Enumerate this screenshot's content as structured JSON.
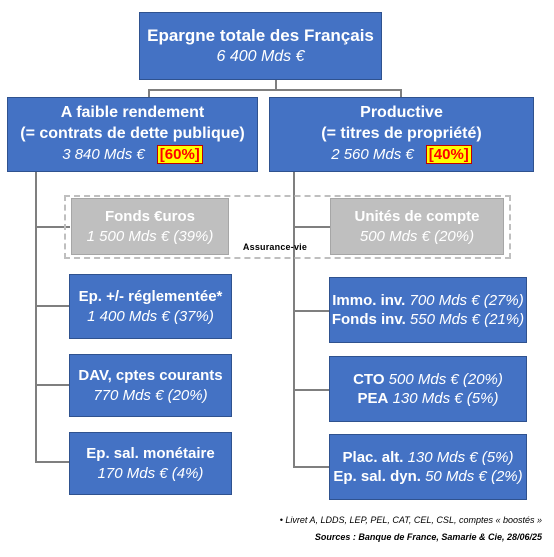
{
  "top": {
    "title": "Epargne totale des Français",
    "value": "6 400 Mds €"
  },
  "left": {
    "title_1": "A faible rendement",
    "title_2": "(= contrats de dette publique)",
    "value": "3 840 Mds €",
    "share": "[60%]"
  },
  "right": {
    "title_1": "Productive",
    "title_2": "(= titres de propriété)",
    "value": "2 560 Mds €",
    "share": "[40%]"
  },
  "assurance_vie_label": "Assurance-vie",
  "left_items": [
    {
      "label": "Fonds €uros",
      "value": "1 500 Mds € (39%)"
    },
    {
      "label": "Ep. +/- réglementée*",
      "value": "1 400 Mds € (37%)"
    },
    {
      "label": "DAV, cptes courants",
      "value": "770 Mds € (20%)"
    },
    {
      "label": "Ep. sal. monétaire",
      "value": "170 Mds € (4%)"
    }
  ],
  "right_items": [
    {
      "lines": [
        {
          "label": "Unités de compte",
          "value": "500 Mds € (20%)"
        }
      ]
    },
    {
      "lines": [
        {
          "label": "Immo. inv.",
          "value": "700 Mds € (27%)"
        },
        {
          "label": "Fonds inv.",
          "value": "550 Mds € (21%)"
        }
      ]
    },
    {
      "lines": [
        {
          "label": "CTO",
          "value": "500 Mds € (20%)"
        },
        {
          "label": "PEA",
          "value": "130 Mds € (5%)"
        }
      ]
    },
    {
      "lines": [
        {
          "label": "Plac. alt.",
          "value": "130 Mds € (5%)"
        },
        {
          "label": "Ep. sal. dyn.",
          "value": "50 Mds € (2%)"
        }
      ]
    }
  ],
  "footnote": "•    Livret A, LDDS, LEP, PEL, CAT, CEL, CSL, comptes « boostés »",
  "sources": "Sources : Banque de France, Samarie & Cie, 28/06/25",
  "colors": {
    "box_blue": "#4472c4",
    "box_grey": "#bfbfbf",
    "highlight_yellow": "#ffff00",
    "highlight_red": "#ff0000"
  }
}
